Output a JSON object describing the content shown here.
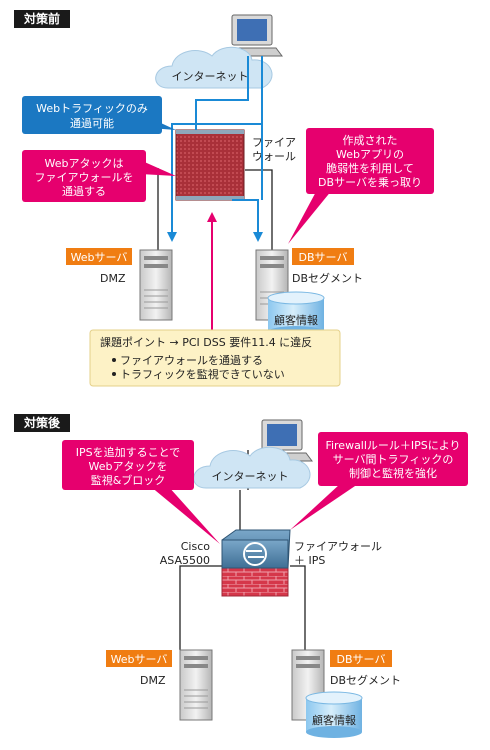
{
  "before": {
    "section_label": "対策前",
    "internet_label": "インターネット",
    "firewall_label_line1": "ファイア",
    "firewall_label_line2": "ウォール",
    "callout_web_only": [
      "Webトラフィックのみ",
      "通過可能"
    ],
    "callout_web_attack": [
      "Webアタックは",
      "ファイアウォールを",
      "通過する"
    ],
    "callout_db_hijack": [
      "作成された",
      "Webアプリの",
      "脆弱性を利用して",
      "DBサーバを乗っ取り"
    ],
    "web_server_badge": "Webサーバ",
    "web_server_zone": "DMZ",
    "db_server_badge": "DBサーバ",
    "db_server_zone": "DBセグメント",
    "database_label": "顧客情報",
    "note_title": "課題ポイント → PCI DSS 要件11.4 に違反",
    "note_items": [
      "ファイアウォールを通過する",
      "トラフィックを監視できていない"
    ]
  },
  "after": {
    "section_label": "対策後",
    "internet_label": "インターネット",
    "callout_ips": [
      "IPSを追加することで",
      "Webアタックを",
      "監視&ブロック"
    ],
    "callout_firewall_rule": [
      "Firewallルール＋IPSにより",
      "サーバ間トラフィックの",
      "制御と監視を強化"
    ],
    "device_label_line1": "Cisco",
    "device_label_line2": "ASA5500",
    "firewall_ips_line1": "ファイアウォール",
    "firewall_ips_line2": "＋ IPS",
    "web_server_badge": "Webサーバ",
    "web_server_zone": "DMZ",
    "db_server_badge": "DBサーバ",
    "db_server_zone": "DBセグメント",
    "database_label": "顧客情報"
  },
  "colors": {
    "blue_callout": "#1b78c2",
    "pink_callout": "#e6006e",
    "orange_badge": "#f07d12",
    "arrow_blue": "#1a8ad6",
    "cloud": "#cfe5f4",
    "firewall_red": "#b8373f",
    "note_bg": "#fdf2c6"
  }
}
